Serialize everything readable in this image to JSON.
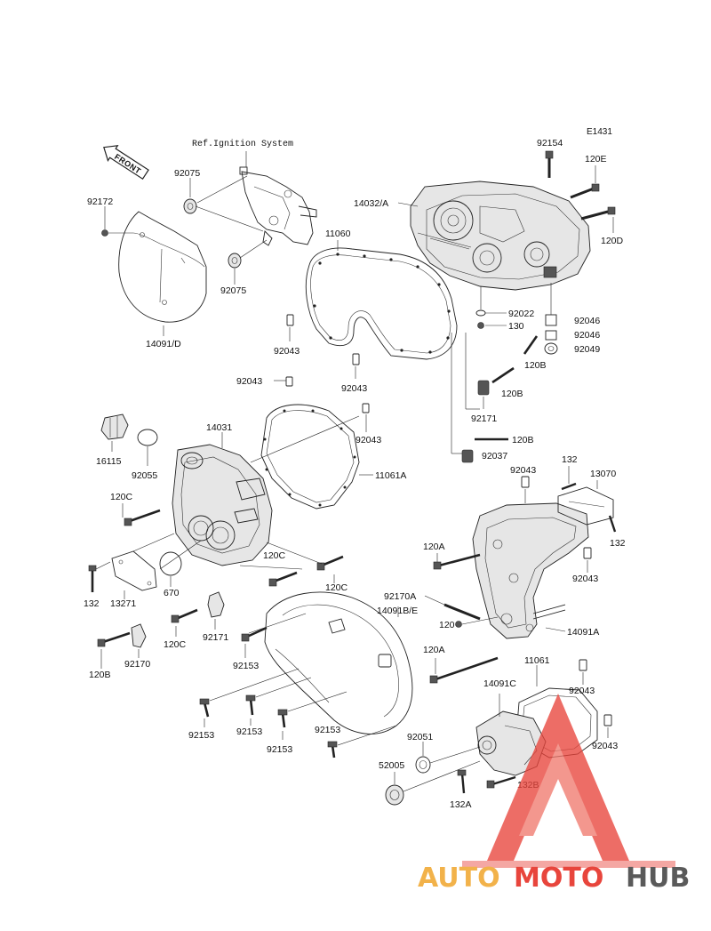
{
  "diagram_code": "E1431",
  "ref_label": "Ref.Ignition System",
  "front_arrow": "FRONT",
  "watermark": {
    "text_a": "AUTO",
    "text_b": "MOTO",
    "text_c": "HUB",
    "color_a": "#f2b24a",
    "color_b": "#e8453c",
    "color_c": "#5a5a5a",
    "logo_color": "#e8453c"
  },
  "parts": {
    "p92154": "92154",
    "p120E": "120E",
    "p14032A": "14032/A",
    "p120D": "120D",
    "p11060": "11060",
    "p92075a": "92075",
    "p92075b": "92075",
    "p92172": "92172",
    "p14091D": "14091/D",
    "p92043a": "92043",
    "p92043b": "92043",
    "p92022": "92022",
    "p130": "130",
    "p120Ba": "120B",
    "p92046a": "92046",
    "p92046b": "92046",
    "p92049": "92049",
    "p120Bb": "120B",
    "p92171a": "92171",
    "p120Bc": "120B",
    "p92037": "92037",
    "p92043c": "92043",
    "p14031": "14031",
    "p92043d": "92043",
    "p16115": "16115",
    "p92055": "92055",
    "p11061A": "11061A",
    "p92043e": "92043",
    "p132a": "132",
    "p13070": "13070",
    "p120Ca": "120C",
    "p132b": "132",
    "p120A1": "120A",
    "p120Cb": "120C",
    "p92043f": "92043",
    "p120Cc": "120C",
    "p132c": "132",
    "p13271": "13271",
    "p670": "670",
    "p92170A": "92170A",
    "p14091BE": "14091B/E",
    "p120": "120",
    "p14091A": "14091A",
    "p92171b": "92171",
    "p120Cd": "120C",
    "p120Bd": "120B",
    "p92170": "92170",
    "p92153a": "92153",
    "p120A2": "120A",
    "p11061": "11061",
    "p92043g": "92043",
    "p14091C": "14091C",
    "p92153b": "92153",
    "p92153c": "92153",
    "p92153d": "92153",
    "p92153e": "92153",
    "p92051": "92051",
    "p92043h": "92043",
    "p52005": "52005",
    "p132B": "132B",
    "p132A": "132A"
  }
}
